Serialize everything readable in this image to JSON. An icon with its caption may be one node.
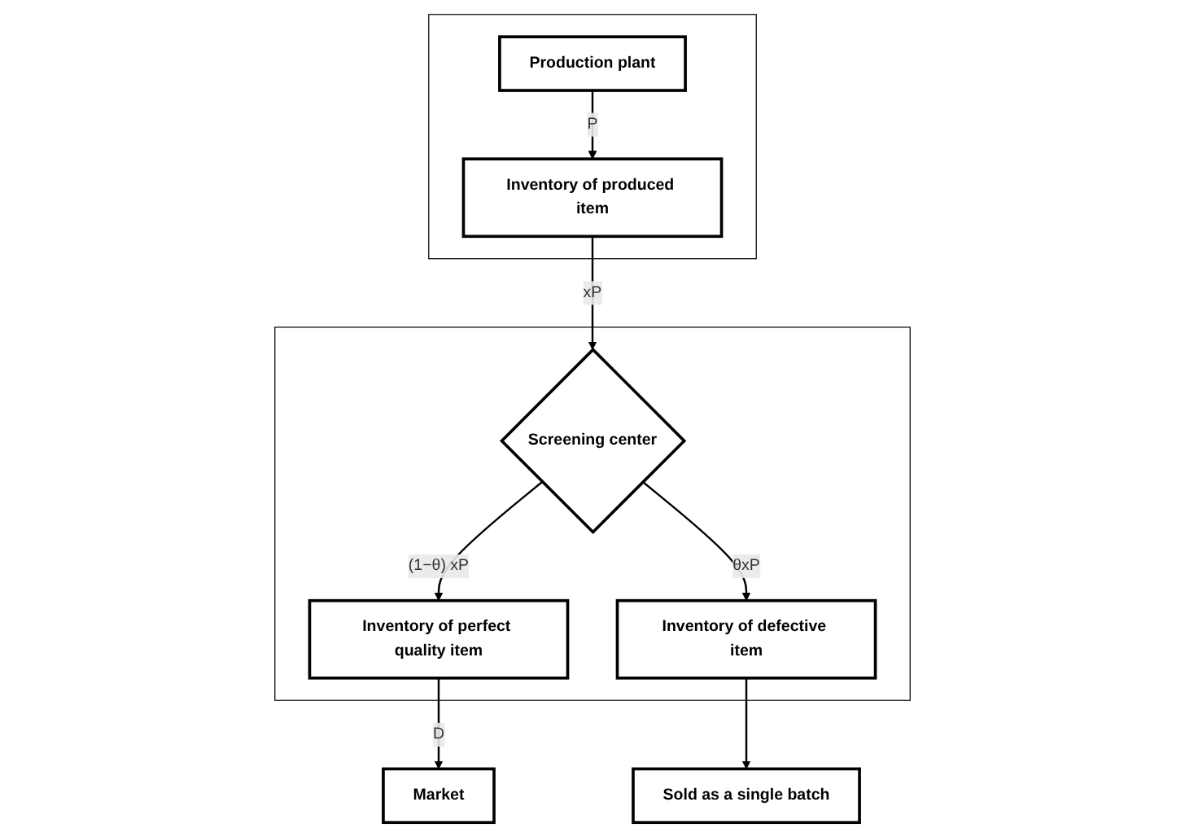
{
  "diagram": {
    "nodes": [
      {
        "text": [],
        "shape": "box"
      },
      {
        "text": [
          "Production plant"
        ],
        "in": 0
      },
      {
        "text": [
          "Inventory of produced item"
        ],
        "in": 0
      },
      {
        "text": [],
        "shape": "box"
      },
      {
        "text": [
          "Inventory of perfect quality item"
        ],
        "in": 3
      },
      {
        "text": [
          "Screening center"
        ],
        "in": 3
      },
      {
        "text": [
          "Inventory of defective item"
        ],
        "in": 3
      },
      {
        "text": [
          "Market"
        ]
      },
      {
        "text": [
          "Sold as a single batch"
        ]
      }
    ],
    "edges": [
      {
        "from": 1,
        "to": 2,
        "arrow": "to",
        "label": "P"
      },
      {
        "from": 2,
        "to": 5,
        "arrow": "to",
        "label": "xP"
      },
      {
        "from": 5,
        "to": 4,
        "arrow": "to",
        "label": "(1−θ) xP"
      },
      {
        "from": 5,
        "to": 6,
        "arrow": "to",
        "label": "θxP"
      },
      {
        "from": 4,
        "to": 7,
        "arrow": "to",
        "label": "D"
      },
      {
        "from": 6,
        "to": 8,
        "arrow": "to"
      }
    ]
  }
}
